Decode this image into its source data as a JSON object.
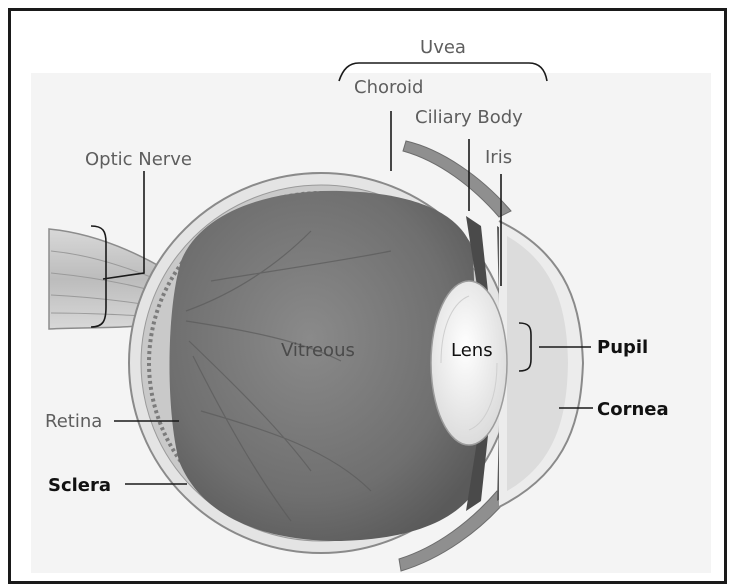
{
  "labels": {
    "uvea": "Uvea",
    "choroid": "Choroid",
    "ciliary_body": "Ciliary Body",
    "iris": "Iris",
    "optic_nerve": "Optic Nerve",
    "vitreous": "Vitreous",
    "lens": "Lens",
    "pupil": "Pupil",
    "cornea": "Cornea",
    "retina": "Retina",
    "sclera": "Sclera"
  },
  "colors": {
    "label_gray": "#5e5e5e",
    "label_dark": "#111111",
    "leader_line": "#1a1a1a",
    "vitreous_fill": "#777777",
    "lens_fill": "#f2f2f2",
    "sclera_fill": "#e2e2e2",
    "background": "#ffffff"
  }
}
